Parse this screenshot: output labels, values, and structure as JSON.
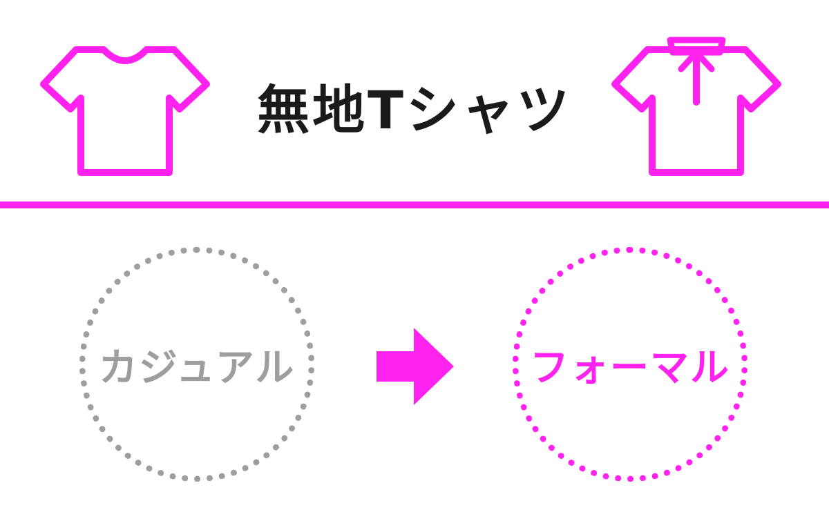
{
  "title": "無地Tシャツ",
  "before": {
    "label": "カジュアル"
  },
  "after": {
    "label": "フォーマル"
  },
  "icons": {
    "left": "tshirt-icon",
    "right": "collared-shirt-icon",
    "middle": "arrow-right-icon"
  },
  "colors": {
    "accent": "#ff22ee",
    "muted": "#9e9e9e",
    "title": "#1a1a1a",
    "background": "#ffffff"
  }
}
